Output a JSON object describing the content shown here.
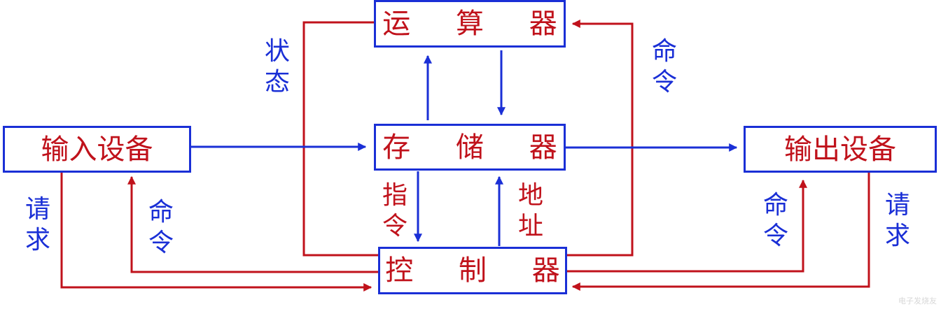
{
  "boxes": {
    "alu": "运 算 器",
    "memory": "存 储 器",
    "control": "控 制 器",
    "input": "输入设备",
    "output": "输出设备"
  },
  "labels": {
    "status": "状态",
    "command_alu": "命令",
    "instruction": "指令",
    "address": "地址",
    "request_input": "请求",
    "command_input": "命令",
    "command_output": "命令",
    "request_output": "请求"
  },
  "watermark": "电子发烧友",
  "colors": {
    "data_flow": "#1a2fd6",
    "control_flow": "#c0121b"
  }
}
